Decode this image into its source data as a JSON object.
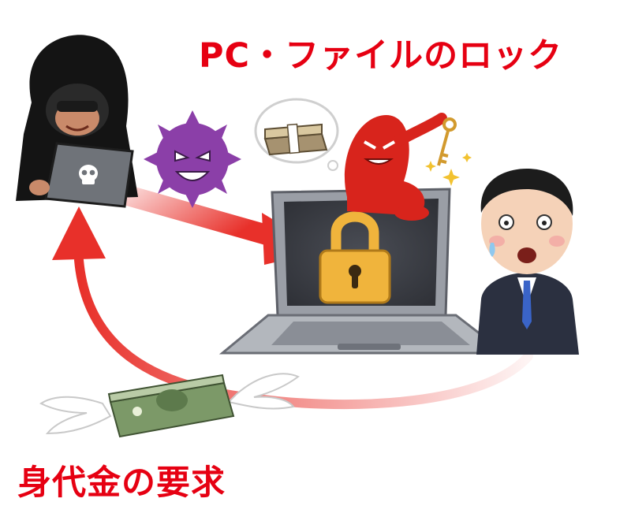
{
  "captions": {
    "lock": "PC・ファイルのロック",
    "ransom": "身代金の要求"
  },
  "colors": {
    "accent_red": "#e60012",
    "arrow_red": "#e8302a",
    "lock_gold": "#f0b43c",
    "devil_red": "#d8241c",
    "virus_purple": "#8b3fa8",
    "suit_navy": "#2b3040",
    "money_green": "#8ca57a"
  },
  "figures": [
    {
      "name": "hooded-hacker",
      "icon": "hacker-with-laptop-icon"
    },
    {
      "name": "virus",
      "icon": "purple-virus-icon"
    },
    {
      "name": "money-thought-bubble",
      "icon": "yen-bundle-icon"
    },
    {
      "name": "red-devil",
      "icon": "devil-holding-key-icon"
    },
    {
      "name": "locked-laptop",
      "icon": "padlock-icon"
    },
    {
      "name": "victim-businessman",
      "icon": "shocked-man-icon"
    },
    {
      "name": "flying-money",
      "icon": "winged-banknotes-icon"
    }
  ]
}
